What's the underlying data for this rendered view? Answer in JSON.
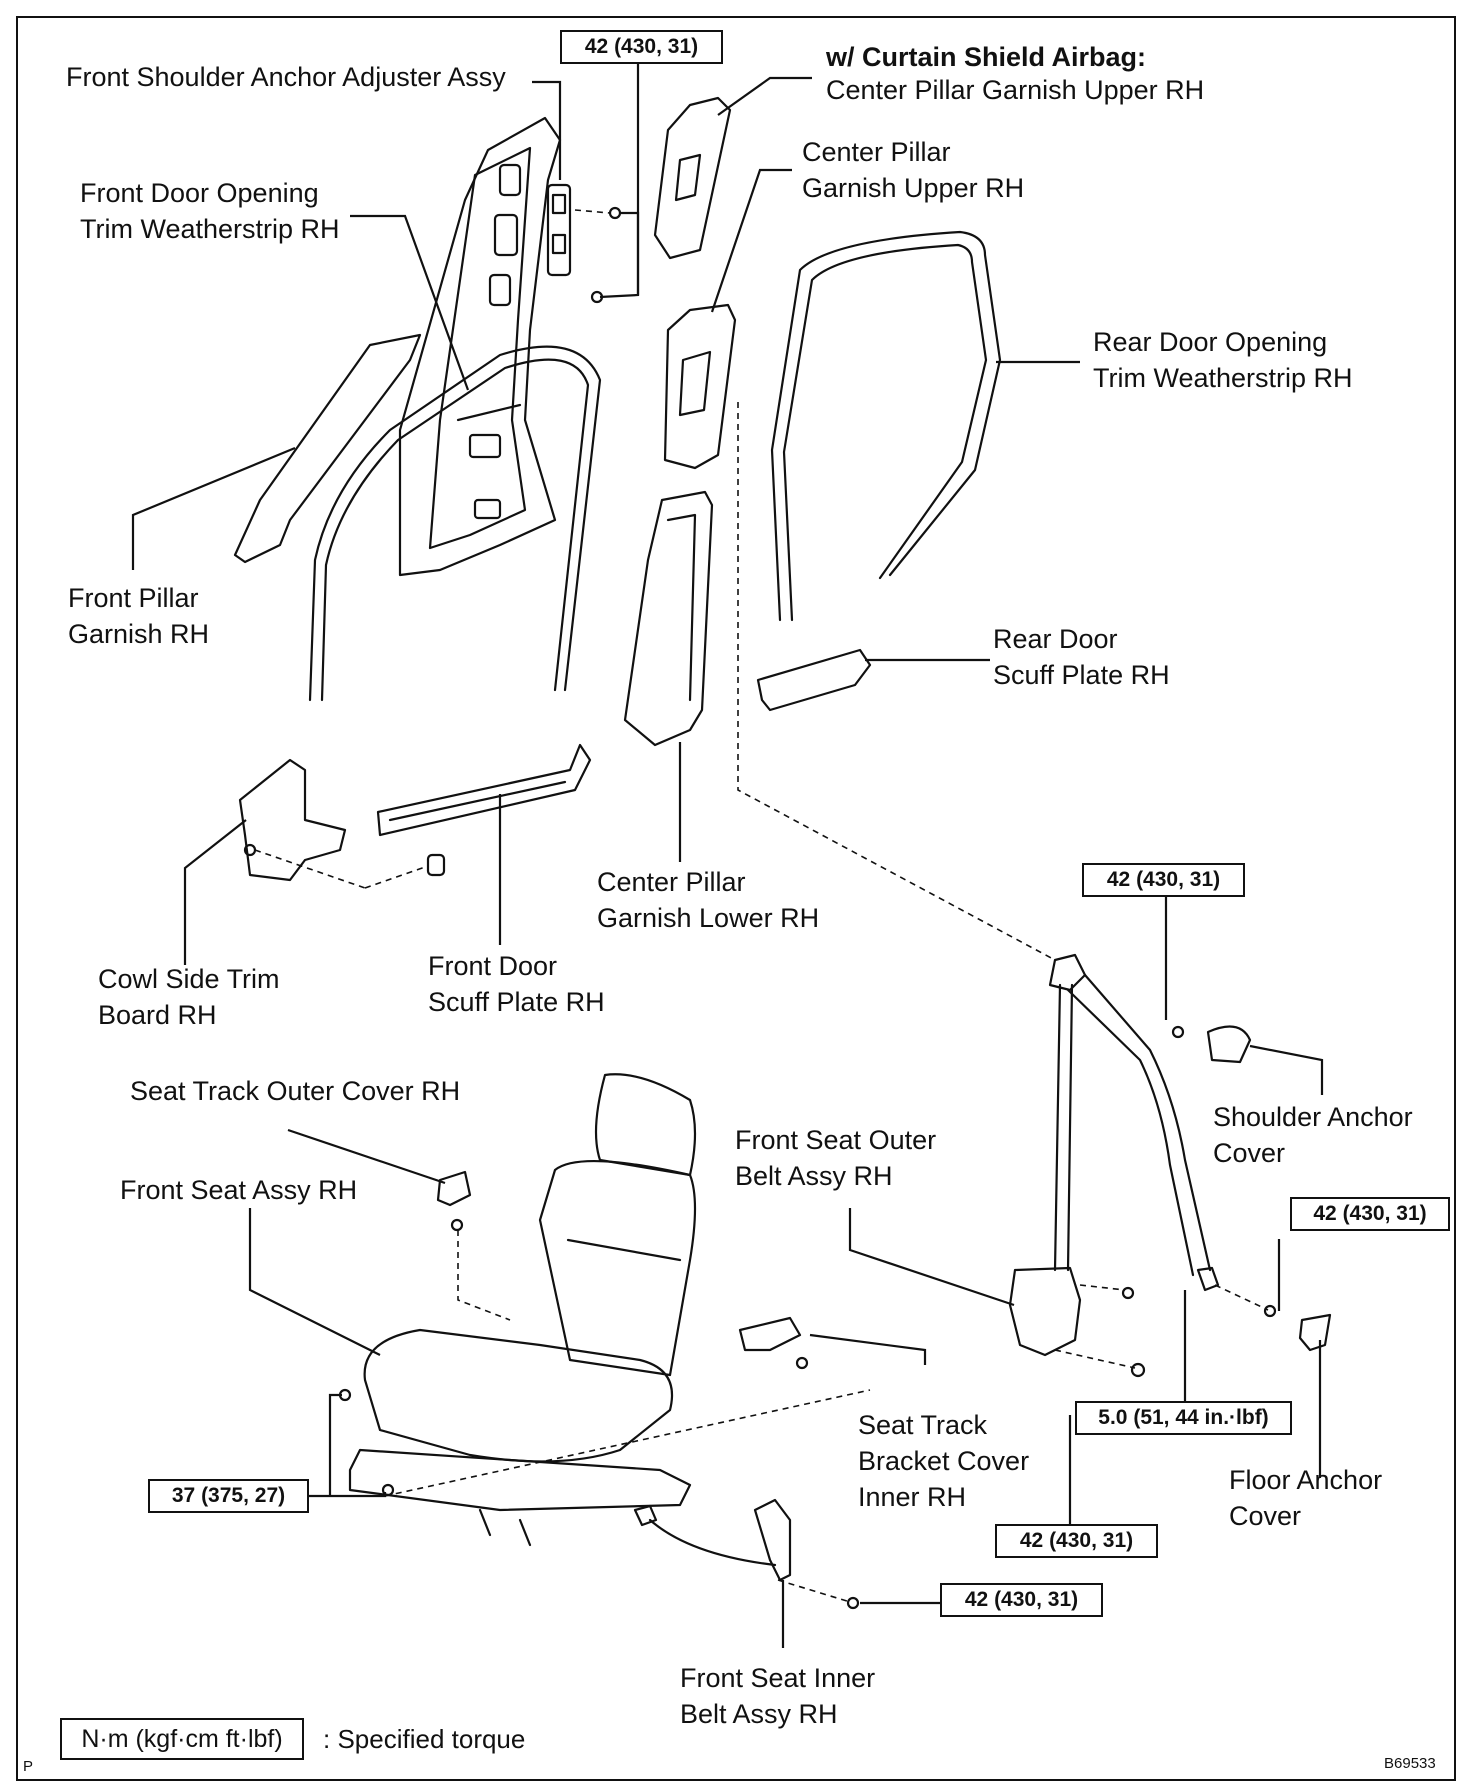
{
  "labels": {
    "front_shoulder_anchor_adjuster": "Front Shoulder Anchor Adjuster Assy",
    "curtain_shield_heading": "w/ Curtain Shield Airbag:",
    "curtain_shield_part": "Center Pillar Garnish Upper RH",
    "front_door_weatherstrip": "Front Door Opening\nTrim Weatherstrip RH",
    "center_pillar_upper": "Center Pillar\nGarnish Upper RH",
    "rear_door_weatherstrip": "Rear Door Opening\nTrim Weatherstrip RH",
    "front_pillar_garnish": "Front Pillar\nGarnish RH",
    "rear_door_scuff": "Rear Door\nScuff Plate RH",
    "center_pillar_lower": "Center Pillar\nGarnish Lower RH",
    "cowl_side_trim": "Cowl Side Trim\nBoard RH",
    "front_door_scuff": "Front Door\nScuff Plate RH",
    "seat_track_outer_cover": "Seat Track Outer Cover RH",
    "front_seat_assy": "Front Seat Assy RH",
    "front_seat_outer_belt": "Front Seat Outer\nBelt Assy RH",
    "shoulder_anchor_cover": "Shoulder Anchor\nCover",
    "seat_track_bracket_cover": "Seat Track\nBracket Cover\nInner RH",
    "floor_anchor_cover": "Floor Anchor\nCover",
    "front_seat_inner_belt": "Front Seat Inner\nBelt Assy RH"
  },
  "torques": {
    "top_adjuster": "42 (430, 31)",
    "shoulder_anchor": "42 (430, 31)",
    "floor_anchor": "42 (430, 31)",
    "retractor_small": "5.0 (51, 44 in.·lbf)",
    "retractor_lower": "42 (430, 31)",
    "inner_belt": "42 (430, 31)",
    "seat": "37 (375, 27)"
  },
  "legend": {
    "unit": "N·m (kgf·cm ft·lbf)",
    "text": ": Specified torque"
  },
  "corner": {
    "left": "P",
    "right": "B69533"
  }
}
